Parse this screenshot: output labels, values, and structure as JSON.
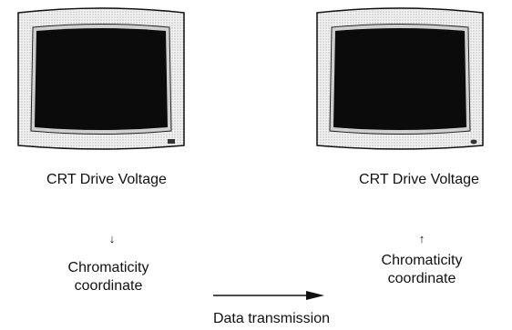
{
  "left": {
    "drive_label": "CRT Drive Voltage",
    "arrow_glyph": "↓",
    "coord_line1": "Chromaticity",
    "coord_line2": "coordinate"
  },
  "right": {
    "drive_label": "CRT Drive Voltage",
    "arrow_glyph": "↑",
    "coord_line1": "Chromaticity",
    "coord_line2": "coordinate"
  },
  "transmission_label": "Data transmission",
  "colors": {
    "screen": "#0b0b0b",
    "bezel": "#e8e8e8",
    "outline": "#111111"
  },
  "icons": [
    "crt-monitor-icon",
    "arrow-down-icon",
    "arrow-up-icon",
    "arrow-right-icon"
  ]
}
